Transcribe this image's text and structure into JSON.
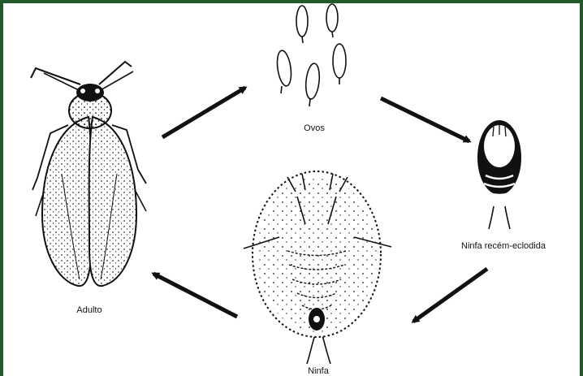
{
  "colors": {
    "border": "#1f5a28",
    "ink": "#111111",
    "background": "#ffffff"
  },
  "stages": {
    "eggs": {
      "label": "Ovos"
    },
    "newly_hatched_nymph": {
      "label": "Ninfa recém-eclodida"
    },
    "nymph": {
      "label": "Ninfa"
    },
    "adult": {
      "label": "Adulto"
    }
  }
}
